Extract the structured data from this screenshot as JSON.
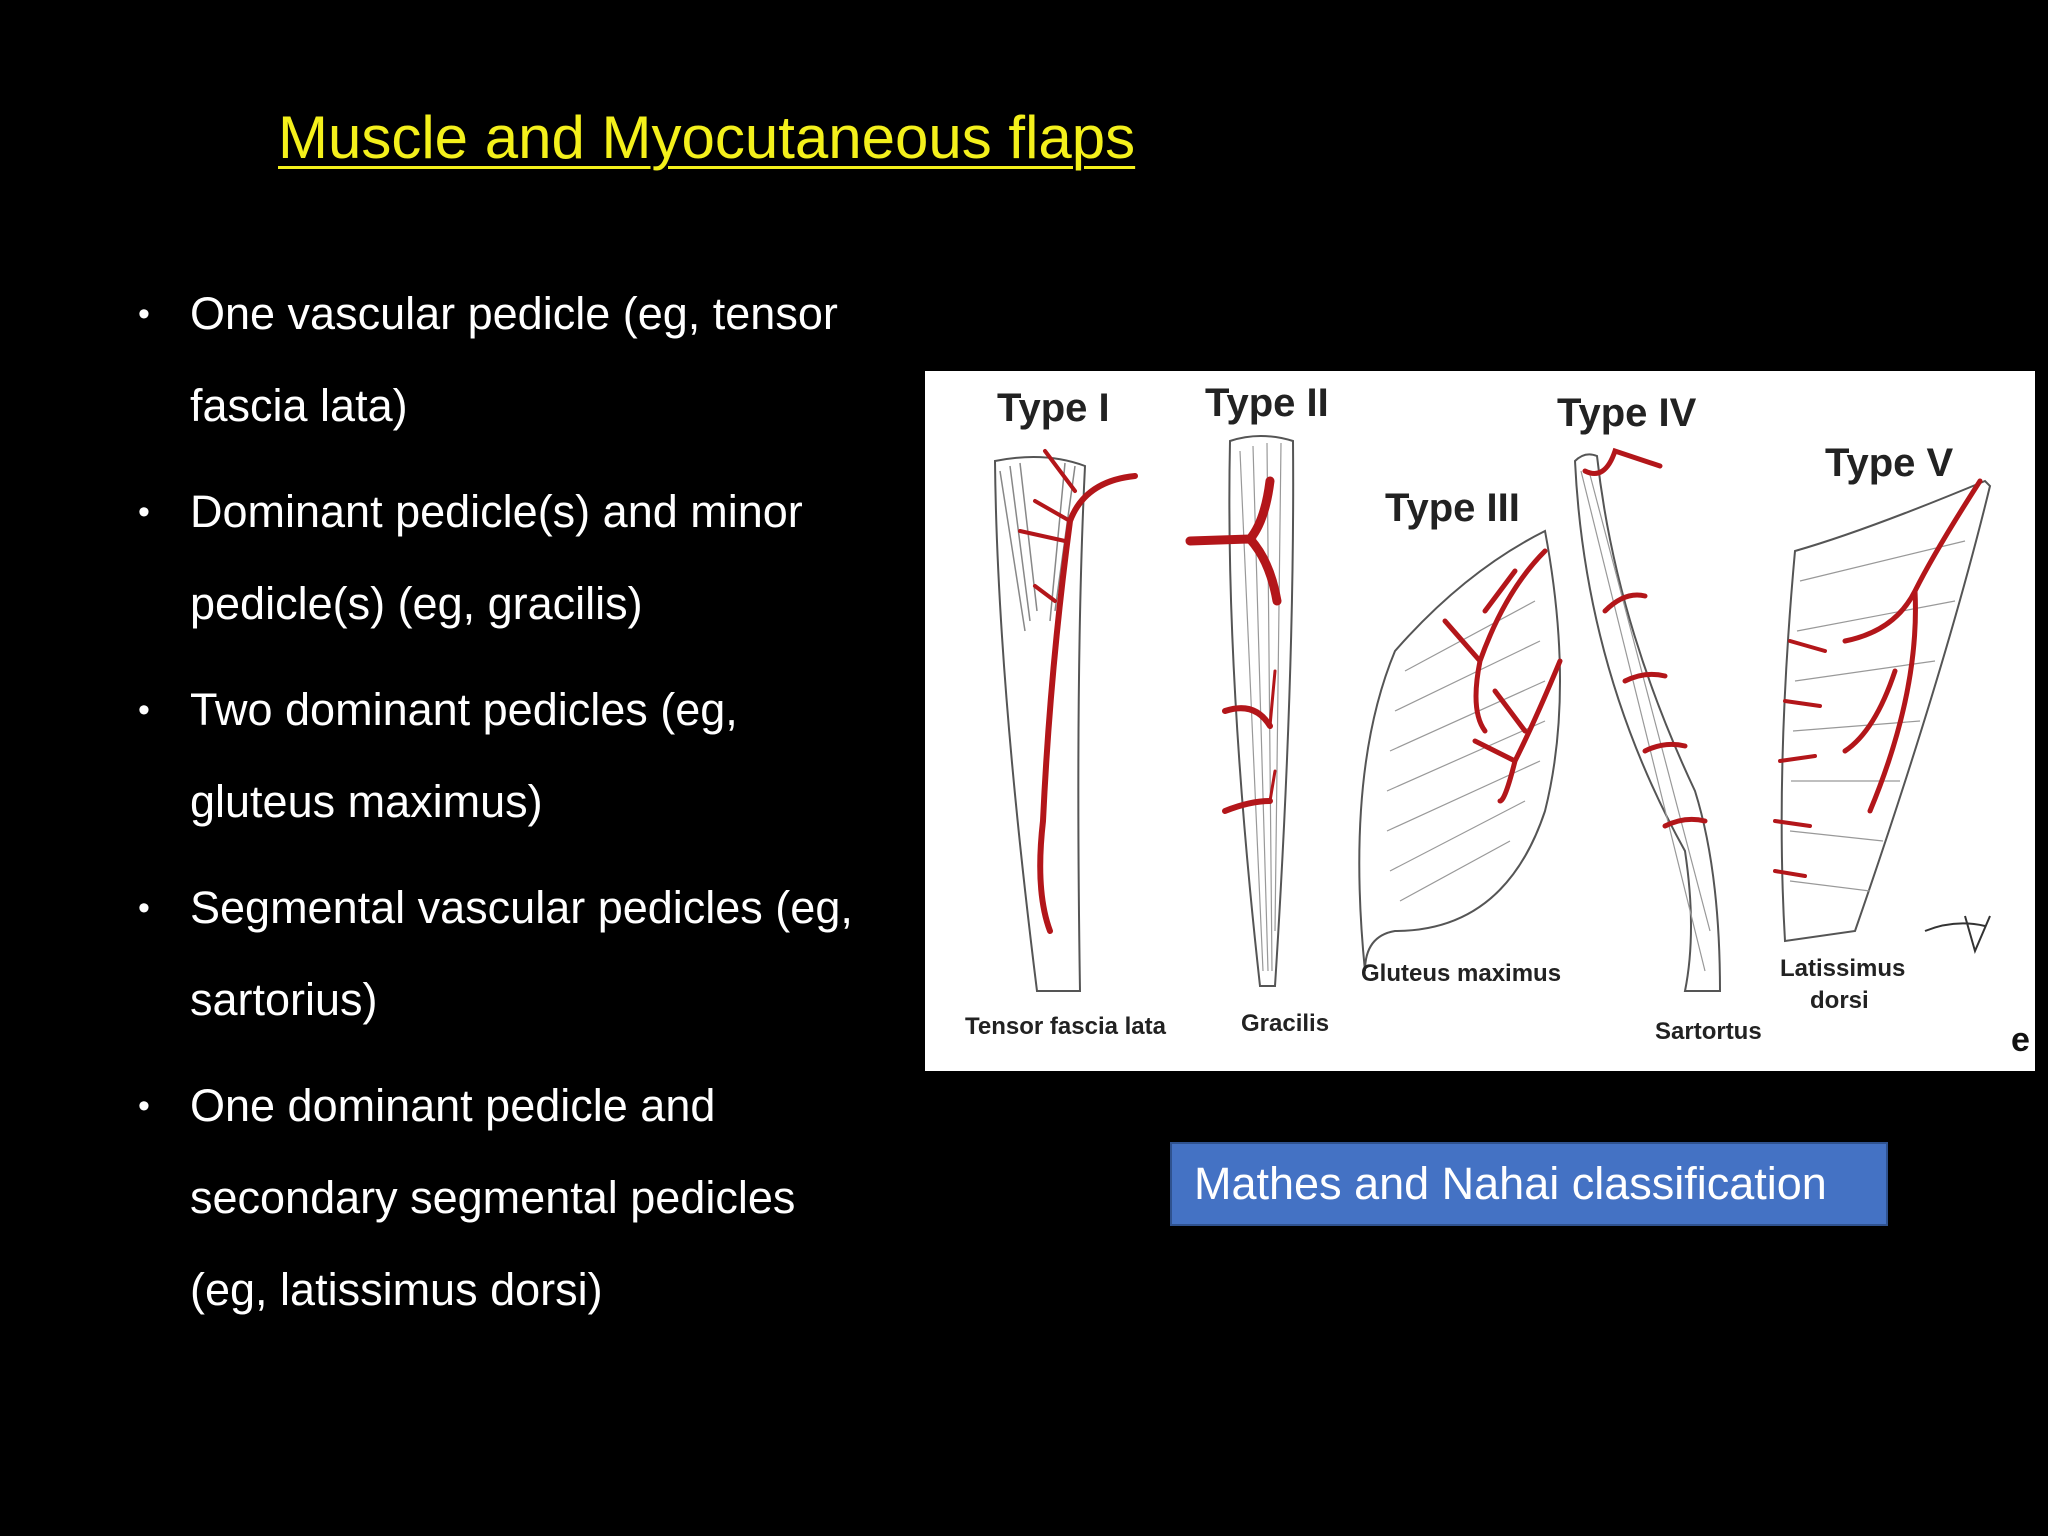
{
  "slide": {
    "title": "Muscle and Myocutaneous flaps",
    "bullets": [
      "One vascular pedicle (eg, tensor fascia lata)",
      "Dominant pedicle(s) and minor pedicle(s) (eg, gracilis)",
      "Two dominant pedicles (eg, gluteus maximus)",
      "Segmental vascular pedicles (eg, sartorius)",
      "One dominant pedicle and secondary segmental pedicles (eg, latissimus dorsi)"
    ],
    "caption": "Mathes and Nahai classification",
    "colors": {
      "title": "#f4f01b",
      "caption_bg": "#4472c4",
      "vessel": "#b3161a"
    }
  },
  "figure": {
    "types": [
      {
        "label": "Type I",
        "muscle": "Tensor fascia lata"
      },
      {
        "label": "Type II",
        "muscle": "Gracilis"
      },
      {
        "label": "Type III",
        "muscle": "Gluteus maximus"
      },
      {
        "label": "Type IV",
        "muscle": "Sartortus"
      },
      {
        "label": "Type V",
        "muscle_line1": "Latissimus",
        "muscle_line2": "dorsi"
      }
    ],
    "corner_mark": "e"
  }
}
